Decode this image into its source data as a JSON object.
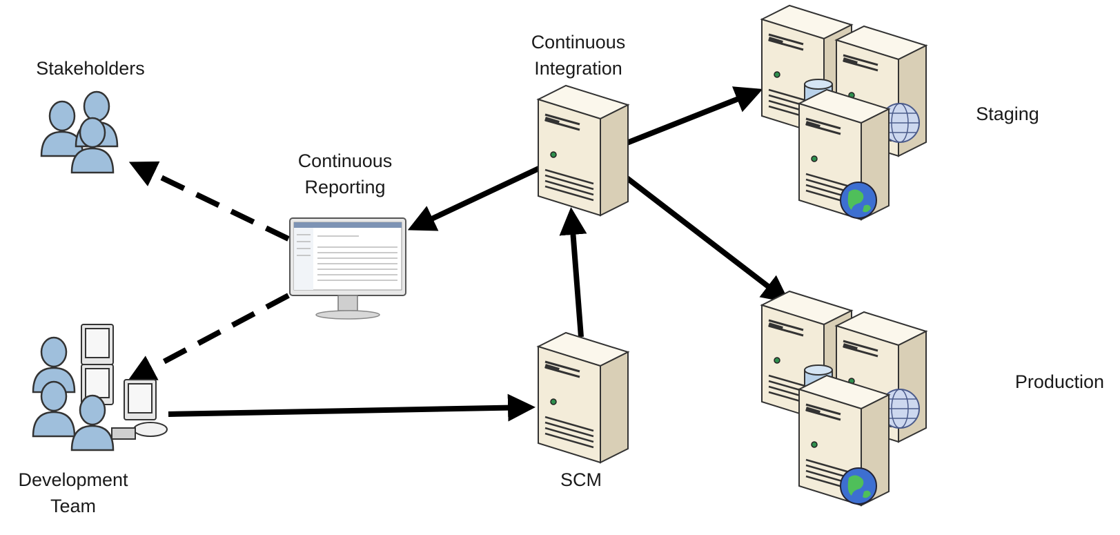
{
  "nodes": {
    "stakeholders": {
      "label": "Stakeholders",
      "icon": "people-group-icon"
    },
    "development_team": {
      "label_line1": "Development",
      "label_line2": "Team",
      "icon": "developers-workstations-icon"
    },
    "continuous_reporting": {
      "label_line1": "Continuous",
      "label_line2": "Reporting",
      "icon": "report-monitor-icon"
    },
    "continuous_integration": {
      "label_line1": "Continuous",
      "label_line2": "Integration",
      "icon": "server-tower-icon"
    },
    "scm": {
      "label": "SCM",
      "icon": "server-tower-icon"
    },
    "staging": {
      "label": "Staging",
      "icon": "server-cluster-icon"
    },
    "production": {
      "label": "Production",
      "icon": "server-cluster-icon"
    }
  },
  "edges": [
    {
      "from": "development_team",
      "to": "scm",
      "style": "solid"
    },
    {
      "from": "scm",
      "to": "continuous_integration",
      "style": "solid"
    },
    {
      "from": "continuous_integration",
      "to": "continuous_reporting",
      "style": "solid"
    },
    {
      "from": "continuous_integration",
      "to": "staging",
      "style": "solid"
    },
    {
      "from": "continuous_integration",
      "to": "production",
      "style": "solid"
    },
    {
      "from": "continuous_reporting",
      "to": "stakeholders",
      "style": "dashed"
    },
    {
      "from": "continuous_reporting",
      "to": "development_team",
      "style": "dashed"
    }
  ],
  "colors": {
    "server_body": "#f3ecd9",
    "server_side": "#d9cfb6",
    "person": "#9fbfdc",
    "globe": "#3d6fd1",
    "arrow": "#000000"
  }
}
